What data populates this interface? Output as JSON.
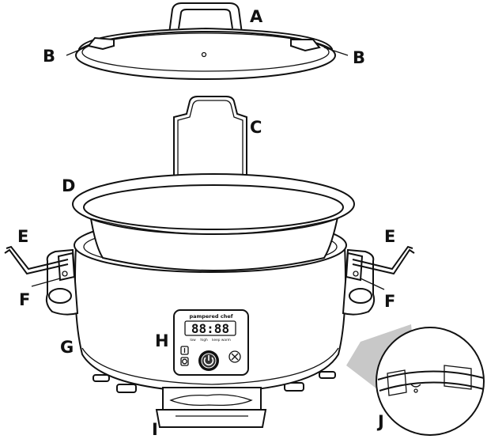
{
  "labels": {
    "a": "A",
    "b_left": "B",
    "b_right": "B",
    "c": "C",
    "d": "D",
    "e_left": "E",
    "e_right": "E",
    "f_left": "F",
    "f_right": "F",
    "g": "G",
    "h": "H",
    "i": "I",
    "j": "J"
  },
  "control_panel": {
    "brand": "pampered chef",
    "display": "88:88",
    "modes": [
      "low",
      "high",
      "keep warm"
    ]
  },
  "colors": {
    "line": "#111111",
    "magnifier_shadow": "#c8c8c8"
  },
  "icons": {
    "power": "power-icon",
    "cancel": "cancel-x-icon",
    "thermometer": "thermometer-icon",
    "timer": "timer-icon"
  }
}
